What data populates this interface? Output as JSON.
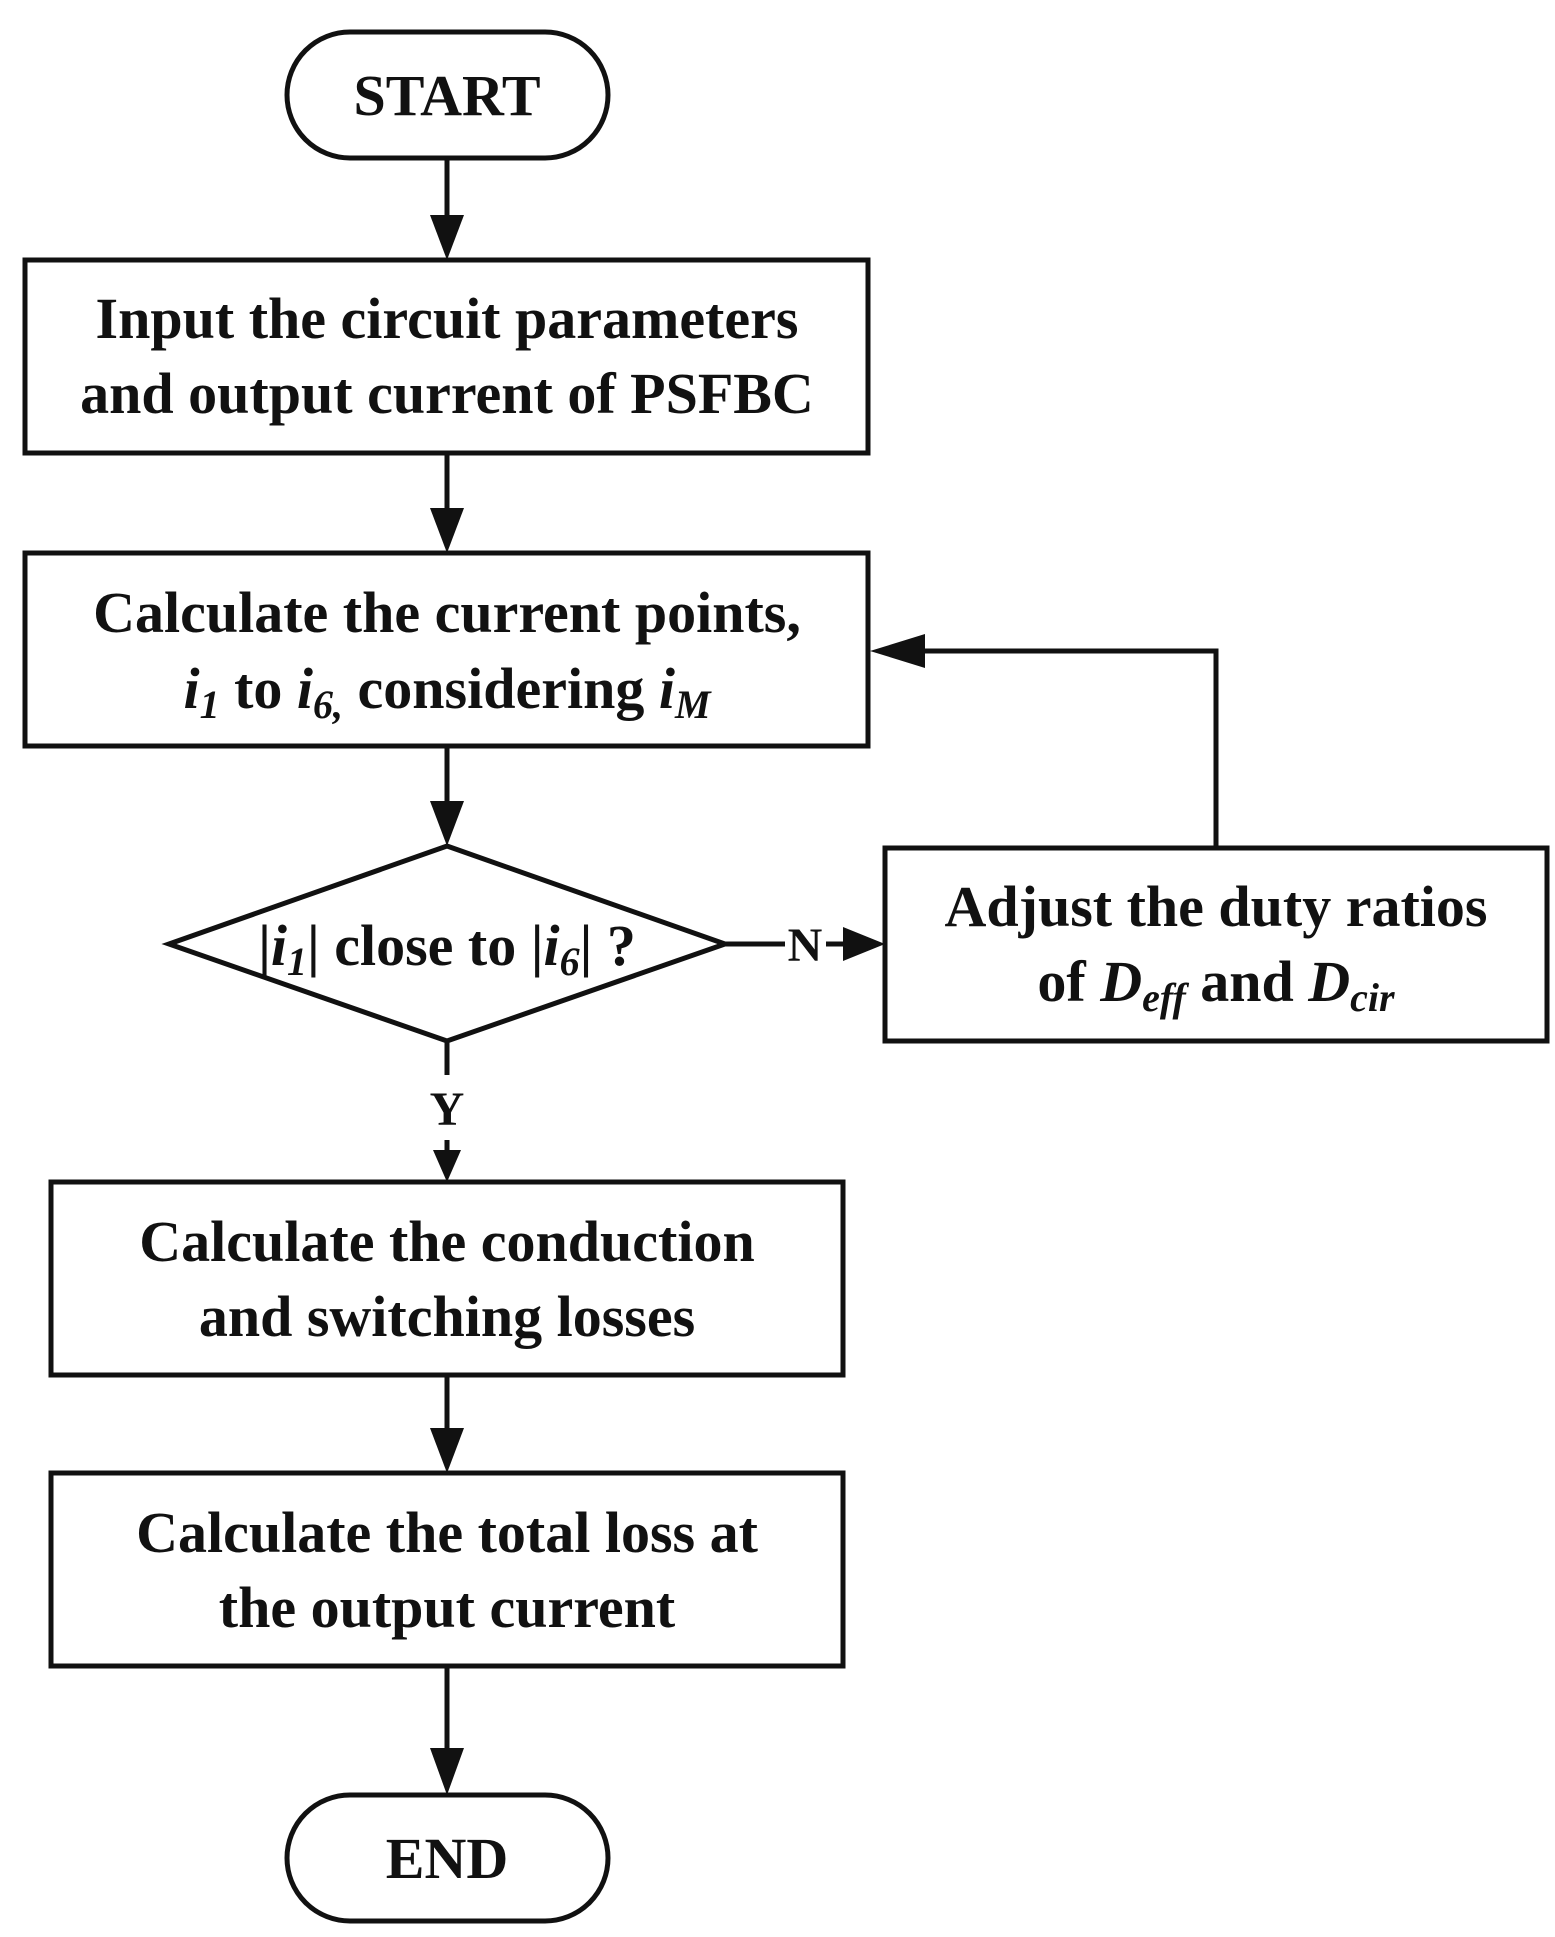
{
  "start": {
    "label": "START"
  },
  "end": {
    "label": "END"
  },
  "input_box": {
    "line1": "Input the circuit parameters",
    "line2": "and output current of PSFBC"
  },
  "calc_points_box": {
    "line1": "Calculate the current  points,",
    "line2": [
      {
        "text": "i",
        "style": "italic"
      },
      {
        "text": "1",
        "style": "italic-sub"
      },
      {
        "text": " to ",
        "style": "normal"
      },
      {
        "text": "i",
        "style": "italic"
      },
      {
        "text": "6,",
        "style": "italic-sub"
      },
      {
        "text": " considering ",
        "style": "normal"
      },
      {
        "text": "i",
        "style": "italic"
      },
      {
        "text": "M",
        "style": "italic-sub"
      }
    ]
  },
  "decision": {
    "text": [
      {
        "text": "|",
        "style": "normal"
      },
      {
        "text": "i",
        "style": "italic"
      },
      {
        "text": "1",
        "style": "italic-sub"
      },
      {
        "text": "| close to |",
        "style": "normal"
      },
      {
        "text": "i",
        "style": "italic"
      },
      {
        "text": "6",
        "style": "italic-sub"
      },
      {
        "text": "| ?",
        "style": "normal"
      }
    ],
    "no_label": "N",
    "yes_label": "Y"
  },
  "adjust_box": {
    "line1": "Adjust the duty ratios",
    "line2": [
      {
        "text": "of ",
        "style": "normal"
      },
      {
        "text": "D",
        "style": "italic"
      },
      {
        "text": "eff",
        "style": "italic-sub"
      },
      {
        "text": " and ",
        "style": "normal"
      },
      {
        "text": "D",
        "style": "italic"
      },
      {
        "text": "cir",
        "style": "italic-sub"
      }
    ]
  },
  "losses_box": {
    "line1": "Calculate the conduction",
    "line2": "and switching losses"
  },
  "total_box": {
    "line1": "Calculate the total loss at",
    "line2": "the output current"
  },
  "colors": {
    "stroke": "#111111",
    "background": "#ffffff"
  }
}
